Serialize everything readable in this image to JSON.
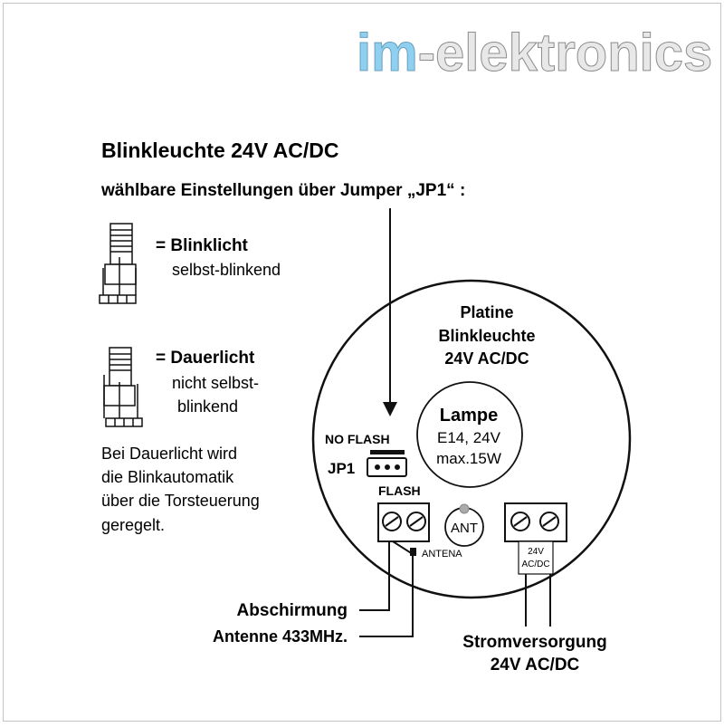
{
  "brand": {
    "prefix": "im",
    "rest": "-elektronics"
  },
  "title": "Blinkleuchte 24V AC/DC",
  "subtitle": "wählbare Einstellungen über Jumper „JP1“ :",
  "mode_blink": {
    "name": "= Blinklicht",
    "desc": "selbst-blinkend"
  },
  "mode_steady": {
    "name": "= Dauerlicht",
    "desc_line1": "nicht selbst-",
    "desc_line2": "blinkend"
  },
  "note": {
    "line1": "Bei Dauerlicht wird",
    "line2": "die Blinkautomatik",
    "line3": "über die Torsteuerung",
    "line4": "geregelt."
  },
  "board": {
    "line1": "Platine",
    "line2": "Blinkleuchte",
    "line3": "24V AC/DC"
  },
  "lamp": {
    "title": "Lampe",
    "line1": "E14, 24V",
    "line2": "max.15W"
  },
  "jumper": {
    "no_flash": "NO FLASH",
    "name": "JP1",
    "flash": "FLASH"
  },
  "antenna": {
    "badge": "ANT",
    "small_label": "ANTENA"
  },
  "power_terminal": {
    "line1": "24V",
    "line2": "AC/DC"
  },
  "labels": {
    "shield": "Abschirmung",
    "antenna": "Antenne 433MHz.",
    "power_line1": "Stromversorgung",
    "power_line2": "24V AC/DC"
  },
  "colors": {
    "accent_blue": "#8fd0f0",
    "text": "#111111",
    "frame": "#c4c4c4"
  }
}
